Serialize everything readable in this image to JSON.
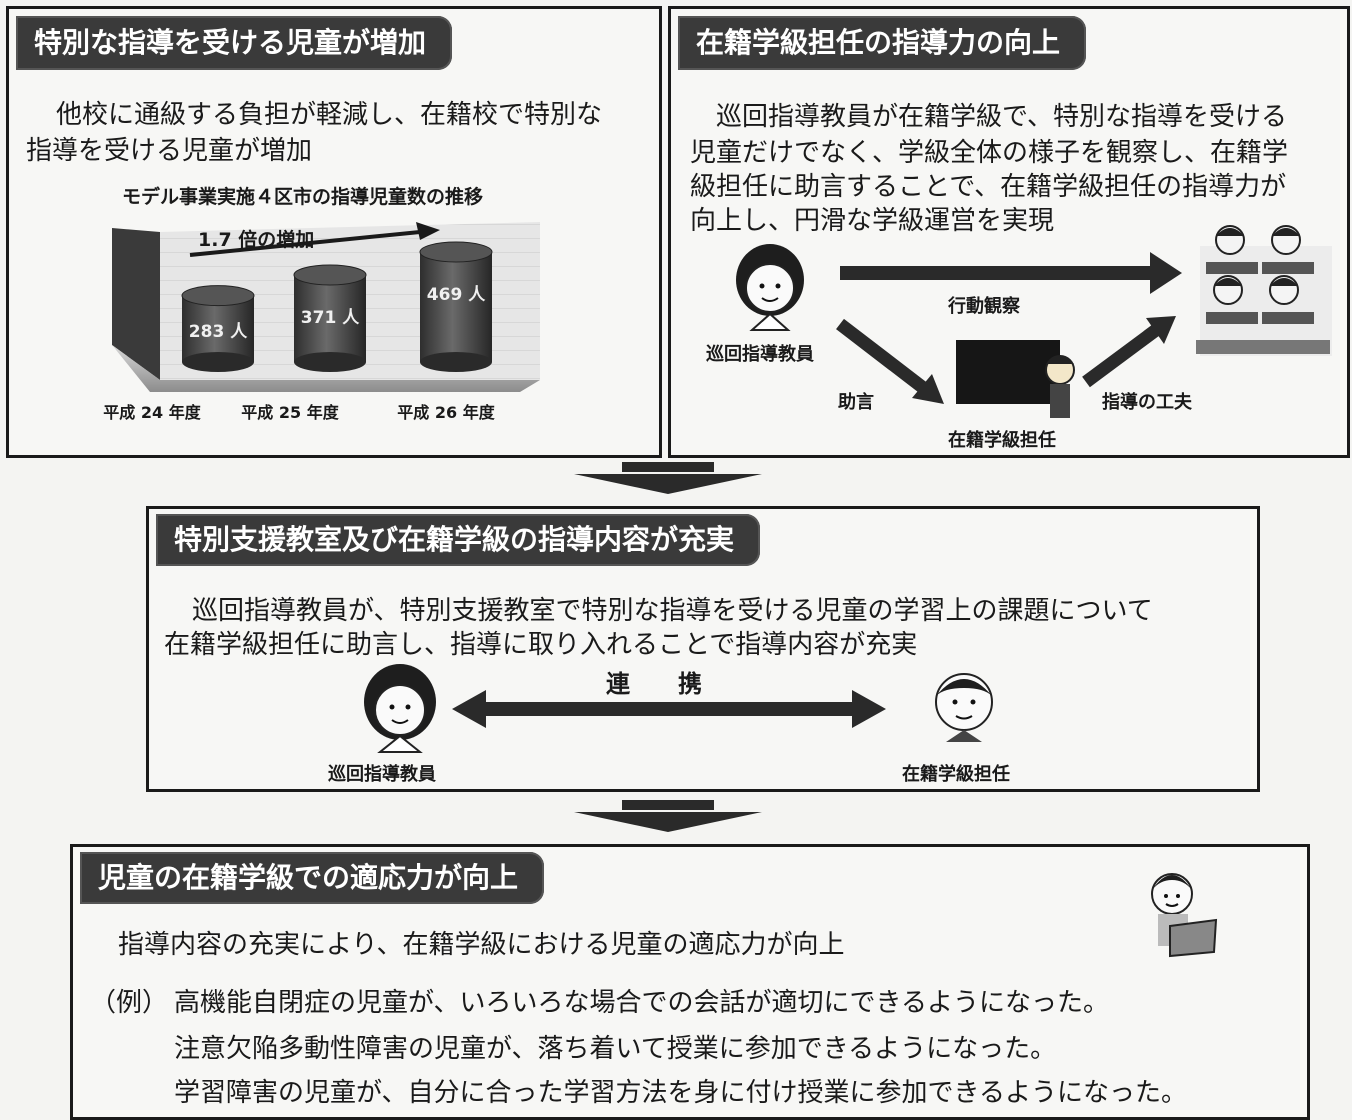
{
  "panel1": {
    "heading": "特別な指導を受ける児童が増加",
    "body_line1": "他校に通級する負担が軽減し、在籍校で特別な",
    "body_line2": "指導を受ける児童が増加",
    "chart_title": "モデル事業実施４区市の指導児童数の推移",
    "chart_annotation": "1.7 倍の増加",
    "categories": [
      "平成 24 年度",
      "平成 25 年度",
      "平成 26 年度"
    ],
    "value_labels": [
      "283 人",
      "371 人",
      "469 人"
    ]
  },
  "chart_data": {
    "type": "bar",
    "title": "モデル事業実施４区市の指導児童数の推移",
    "categories": [
      "平成 24 年度",
      "平成 25 年度",
      "平成 26 年度"
    ],
    "values": [
      283,
      371,
      469
    ],
    "annotation": "1.7 倍の増加"
  },
  "panel2": {
    "heading": "在籍学級担任の指導力の向上",
    "body_line1": "巡回指導教員が在籍学級で、特別な指導を受ける",
    "body_line2": "児童だけでなく、学級全体の様子を観察し、在籍学",
    "body_line3": "級担任に助言することで、在籍学級担任の指導力が",
    "body_line4": "向上し、円滑な学級運営を実現",
    "label_teacher": "巡回指導教員",
    "label_observe": "行動観察",
    "label_advice": "助言",
    "label_homeroom": "在籍学級担任",
    "label_ingenuity": "指導の工夫"
  },
  "panel3": {
    "heading": "特別支援教室及び在籍学級の指導内容が充実",
    "body_line1": "巡回指導教員が、特別支援教室で特別な指導を受ける児童の学習上の課題について",
    "body_line2": "在籍学級担任に助言し、指導に取り入れることで指導内容が充実",
    "link_label": "連　　携",
    "label_left": "巡回指導教員",
    "label_right": "在籍学級担任"
  },
  "panel4": {
    "heading": "児童の在籍学級での適応力が向上",
    "body": "指導内容の充実により、在籍学級における児童の適応力が向上",
    "example_prefix": "（例）",
    "examples": [
      "高機能自閉症の児童が、いろいろな場合での会話が適切にできるようになった。",
      "注意欠陥多動性障害の児童が、落ち着いて授業に参加できるようになった。",
      "学習障害の児童が、自分に合った学習方法を身に付け授業に参加できるようになった。"
    ]
  }
}
